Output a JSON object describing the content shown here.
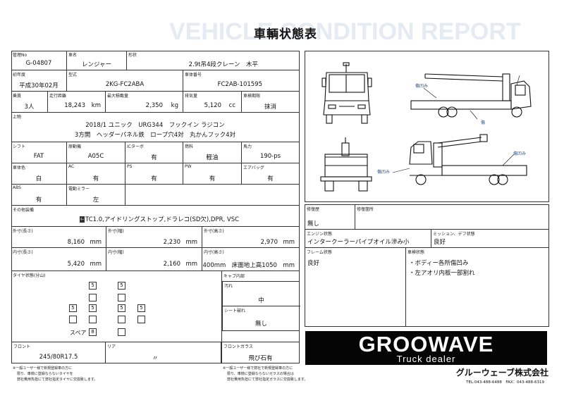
{
  "header": {
    "bg_title": "VEHICLE CONDITION REPORT",
    "title": "車輌状態表"
  },
  "row1": {
    "mgmt_label": "管理No",
    "mgmt_value": "G-04807",
    "name_label": "車名",
    "name_value": "レンジャー",
    "shape_label": "形状",
    "shape_value": "2.9t吊4段クレーン　木平"
  },
  "row2": {
    "reg_label": "初年度",
    "reg_value": "平成30年02月",
    "model_label": "型式",
    "model_value": "2KG-FC2ABA",
    "chassis_label": "車体番号",
    "chassis_value": "FC2AB-101595"
  },
  "row3": {
    "cap_label": "乗員",
    "cap_value": "3人",
    "mileage_label": "走行距離",
    "mileage_value": "18,243",
    "mileage_unit": "km",
    "load_label": "最大積載量",
    "load_value": "2,350",
    "load_unit": "kg",
    "disp_label": "排気量",
    "disp_value": "5,120",
    "disp_unit": "cc",
    "inspect_label": "車検期限",
    "inspect_value": "抹消"
  },
  "equipment": {
    "label": "上物",
    "line1": "2018/1 ユニック　URG344　フックイン ラジコン",
    "line2": "3方開　ヘッダーパネル鉄　ロープ穴4対　丸かんフック4対"
  },
  "specs": {
    "shift_label": "シフト",
    "shift_value": "FAT",
    "engine_label": "原動機",
    "engine_value": "A05C",
    "turbo_label": "ICターボ",
    "turbo_value": "有",
    "fuel_label": "燃料",
    "fuel_value": "軽油",
    "hp_label": "馬力",
    "hp_value": "190-ps",
    "color_label": "車体色",
    "color_value": "白",
    "ac_label": "AC",
    "ac_value": "有",
    "ps_label": "PS",
    "ps_value": "有",
    "pw_label": "PW",
    "pw_value": "有",
    "airbag_label": "エアバッグ",
    "airbag_value": "有",
    "abs_label": "ABS",
    "abs_value": "有",
    "mirror_label": "電動ミラー",
    "mirror_value": "左"
  },
  "other": {
    "label": "その他装備",
    "badge": "ｷｰ",
    "value": "TC1.0,アイドリングストップ,ドラレコ(SD欠),DPR, VSC"
  },
  "outer": {
    "len_label": "外寸(長さ)",
    "len_value": "8,160",
    "len_unit": "mm",
    "wid_label": "外寸(幅)",
    "wid_value": "2,230",
    "wid_unit": "mm",
    "hgt_label": "外寸(高さ)",
    "hgt_value": "2,970",
    "hgt_unit": "mm"
  },
  "inner": {
    "len_label": "内寸(長さ)",
    "len_value": "5,420",
    "len_unit": "mm",
    "wid_label": "内寸(幅)",
    "wid_value": "2,160",
    "wid_unit": "mm",
    "hgt_label": "内寸(高さ)",
    "hgt_value": "400mm　床面地上高1050　mm"
  },
  "tires": {
    "label": "タイヤ状態(分山)",
    "front": [
      "5",
      "5"
    ],
    "rear1": [
      "5",
      "5",
      "5",
      "5"
    ],
    "spare_label": "スペア",
    "spare_value": "8",
    "front_label": "フロント",
    "front_size": "245/80R17.5",
    "rear_label": "リア",
    "rear_size": "〃"
  },
  "cab": {
    "label": "キャブ内部",
    "dirt_label": "汚れ",
    "dirt_value": "中",
    "tear_label": "シート破れ",
    "tear_value": "無し",
    "glass_label": "フロントガラス",
    "glass_value": "飛び石有"
  },
  "diagram": {
    "dent1": "傷凹み",
    "scratch1": "傷",
    "dent2": "傷凹み",
    "dent3": "傷凹み"
  },
  "repair": {
    "hist_label": "修復歴",
    "hist_value": "無し",
    "parts_label": "修復箇所",
    "parts_value": "",
    "engine_label": "エンジン状態",
    "engine_value": "インタークーラーパイプオイル滲み小",
    "mission_label": "ミッション、デフ状態",
    "mission_value": "良好",
    "frame_label": "フレーム状態",
    "frame_value": "良好",
    "body_label": "車検状態",
    "body_items": [
      "・ボディー各所傷凹み",
      "・左アオリ内板一部割れ"
    ]
  },
  "notes": {
    "left": [
      "※一般ユーザー様で新規登録車の方に",
      "限り、車検に登録ならないタイヤを",
      "弊社費用負担にて弊社指定タイヤに交換致します。"
    ],
    "right": [
      "※一般ユーザー様で弊社で新規登録車の方に",
      "限り、車検に登録ならないガラスの場合は",
      "弊社費用負担にて弊社指定ガラスに交換致します。"
    ]
  },
  "company": {
    "brand": "GROOWAVE",
    "sub": "Truck dealer",
    "name": "グルーウェーブ株式会社",
    "tel": "TEL:043-488-6488　FAX：043-488-6319"
  }
}
